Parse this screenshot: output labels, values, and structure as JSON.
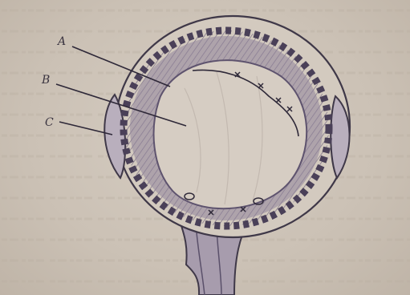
{
  "figure": {
    "labels": {
      "a": "A",
      "b": "B",
      "c": "C"
    }
  },
  "colors": {
    "paper": "#cbc1b5",
    "tissue_dark": "#6a5d78",
    "tissue_mid": "#8a7e94",
    "cavity": "#d9d0c6",
    "ink": "#3a3440"
  }
}
